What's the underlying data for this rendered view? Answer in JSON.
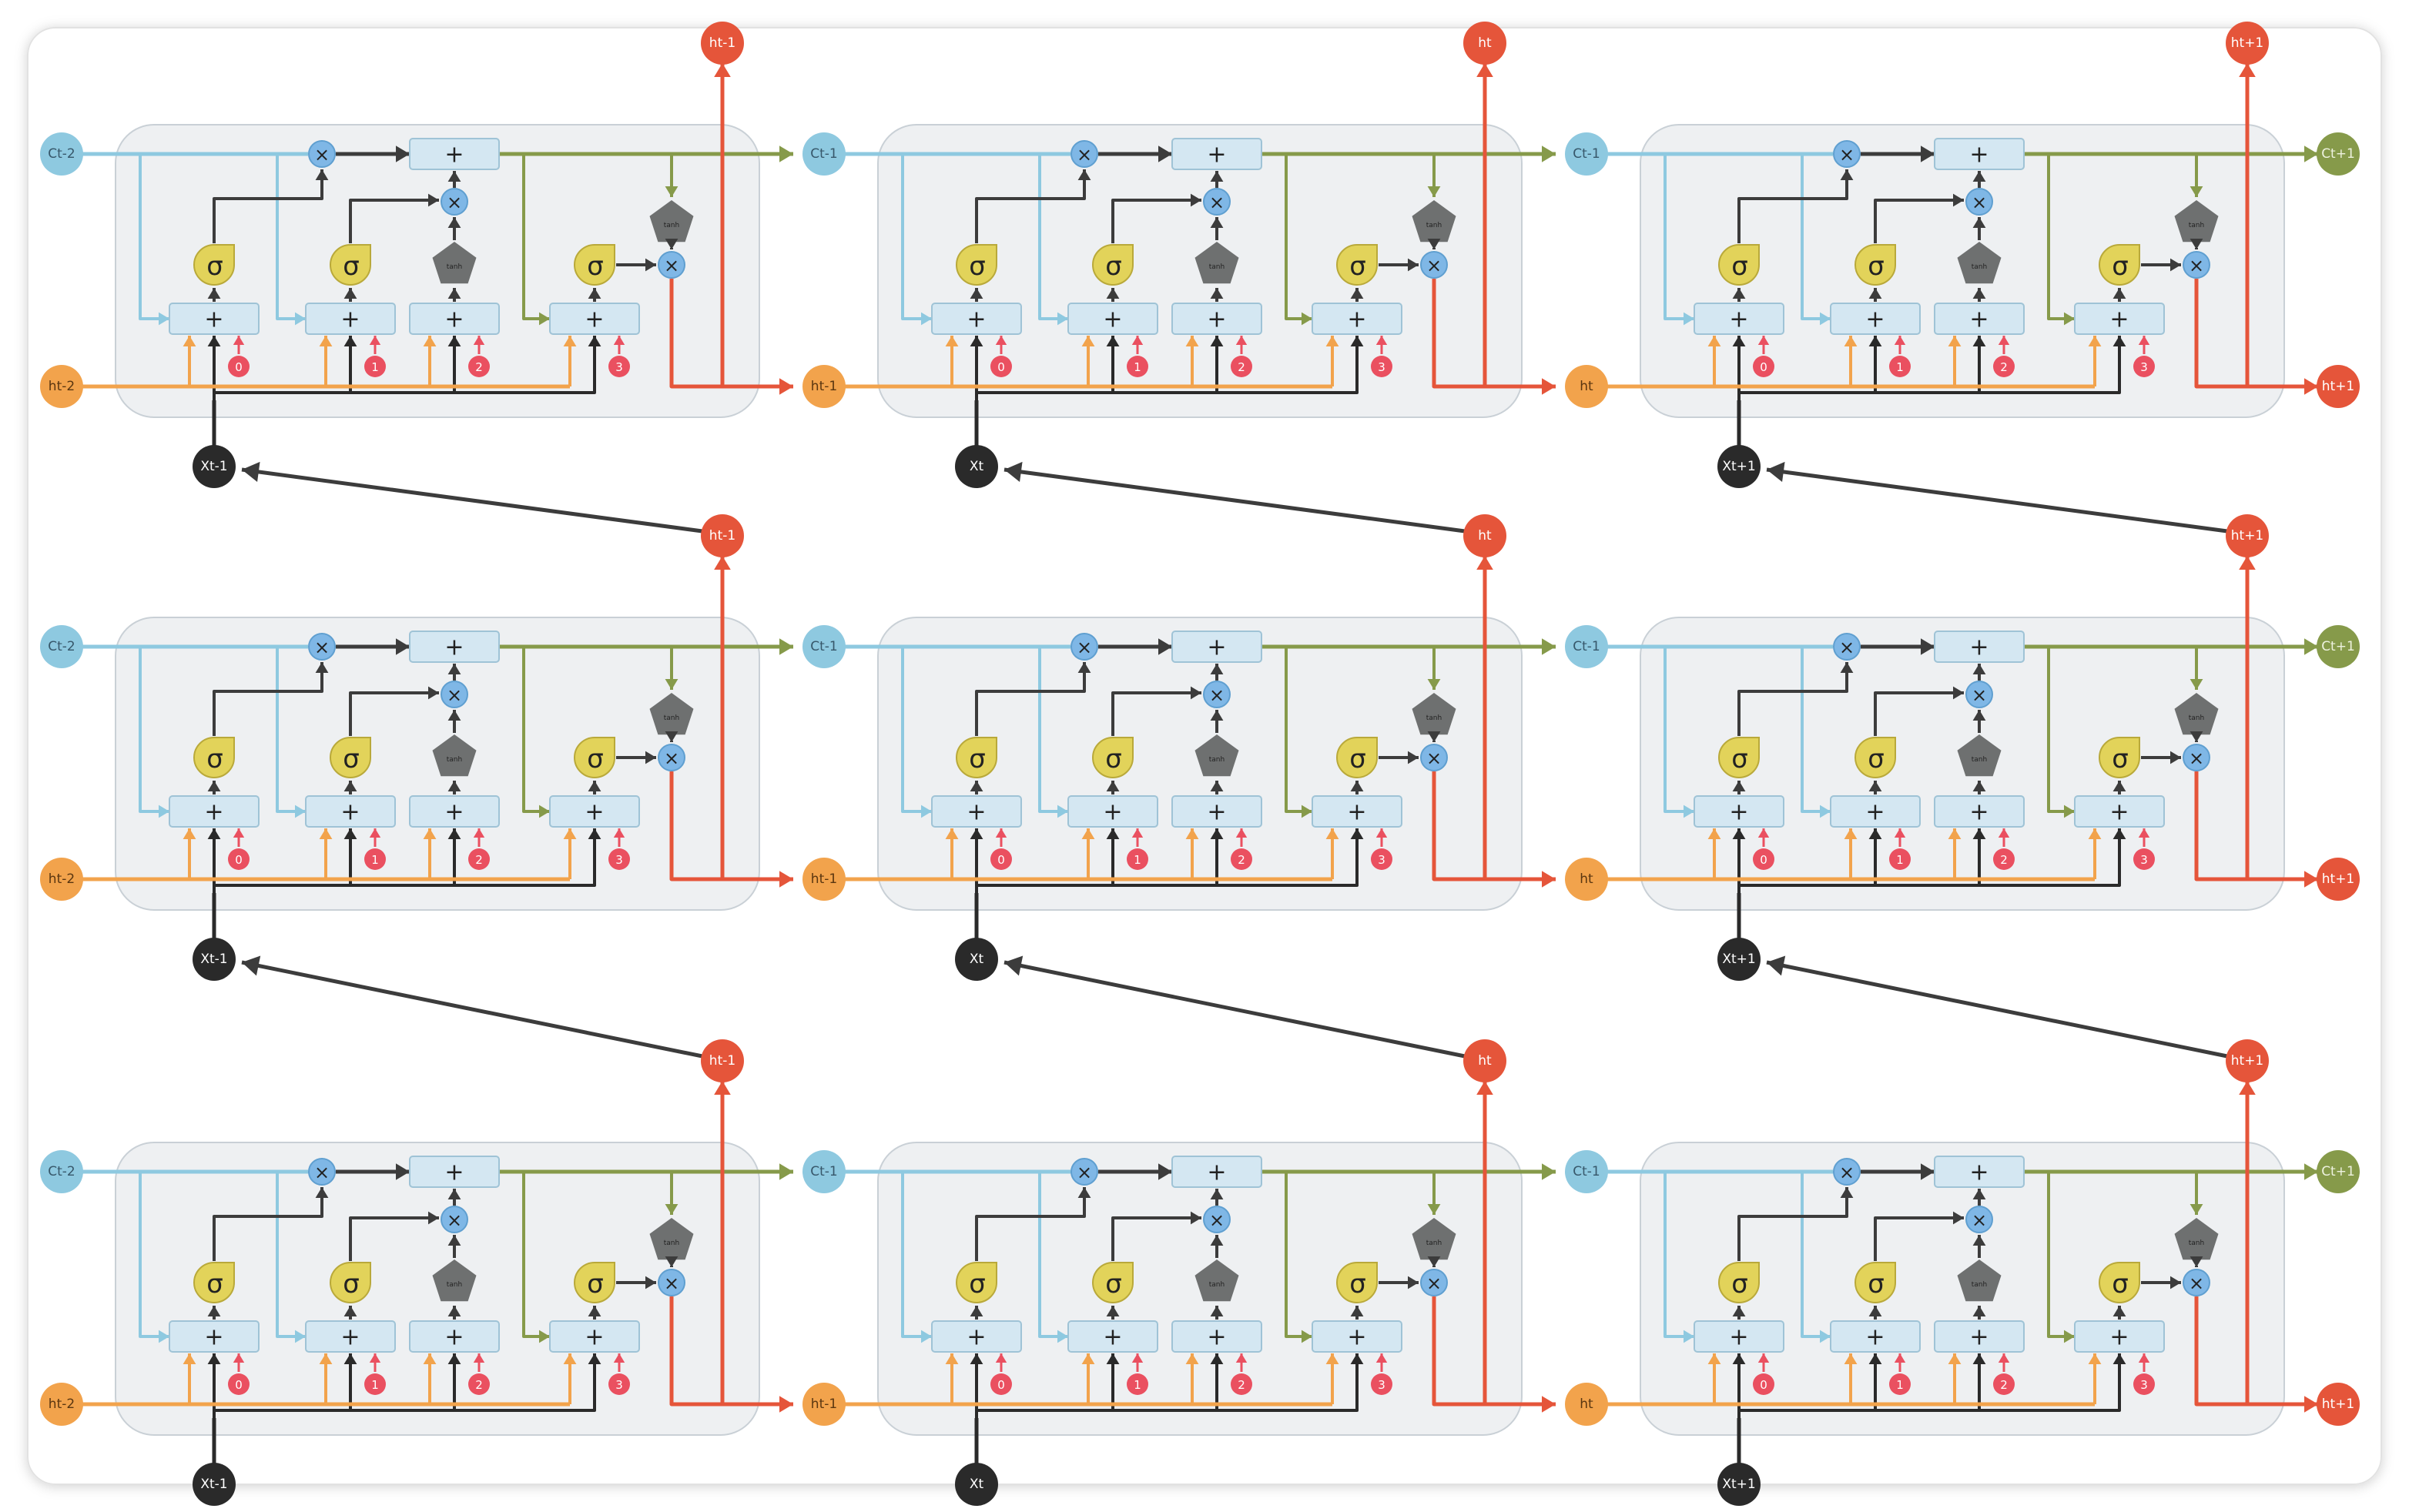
{
  "colors": {
    "cell_state": "#8ec9e0",
    "cell_state_out": "#869a4a",
    "hidden_in": "#f2a34c",
    "hidden_out": "#e5553a",
    "input": "#2a2a2a",
    "sigmoid": "#e2d35a",
    "pointwise": "#7fb7e6",
    "box": "#d4e7f2",
    "tanh": "#6e7070",
    "bias": "#ea5060",
    "cell_bg": "#eef0f2",
    "connector": "#3c3c3c"
  },
  "icons": {
    "sigmoid": "sigmoid-gate-icon",
    "tanh": "tanh-pentagon-icon",
    "multiply": "multiply-icon",
    "add": "add-icon"
  },
  "symbols": {
    "sigma": "σ",
    "plus": "+",
    "times": "×",
    "tanh": "tanh"
  },
  "bias_labels": [
    "0",
    "1",
    "2",
    "3"
  ],
  "columns": [
    {
      "c_in": "Ct-2",
      "h_in": "ht-2",
      "h_top": "ht-1",
      "h_out": "",
      "c_out": "",
      "x_in": "Xt-1"
    },
    {
      "c_in": "Ct-1",
      "h_in": "ht-1",
      "h_top": "ht",
      "h_out": "",
      "c_out": "",
      "x_in": "Xt"
    },
    {
      "c_in": "Ct-1",
      "h_in": "ht",
      "h_top": "ht+1",
      "h_out": "ht+1",
      "c_out": "Ct+1",
      "x_in": "Xt+1"
    }
  ],
  "rows": 3
}
